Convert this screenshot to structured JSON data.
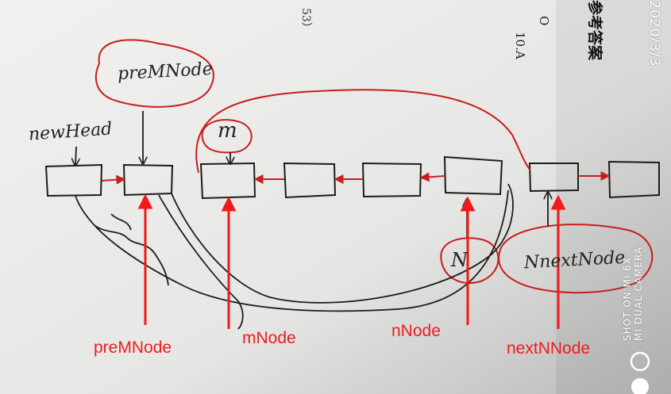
{
  "photo": {
    "printed_text": {
      "heading_cn": "参考答案",
      "answer_no": "10.A",
      "option_o": "O",
      "page_ref": "53）"
    },
    "timestamp": "2020/3/3",
    "watermark": {
      "line1": "SHOT ON MI 6X",
      "line2": "MI DUAL CAMERA"
    },
    "handwritten": {
      "new_head": "newHead",
      "pre_m_node": "preMNode",
      "m": "m",
      "n": "N",
      "next_n_node": "NnextNode"
    },
    "labels": {
      "pre_m_node": "preMNode",
      "m_node": "mNode",
      "n_node": "nNode",
      "next_n_node": "nextNNode"
    }
  },
  "colors": {
    "paper": "#eeeeec",
    "ink": "#1c1c1c",
    "red_ink": "#c81e1e",
    "label_red": "#ee1c1c"
  }
}
